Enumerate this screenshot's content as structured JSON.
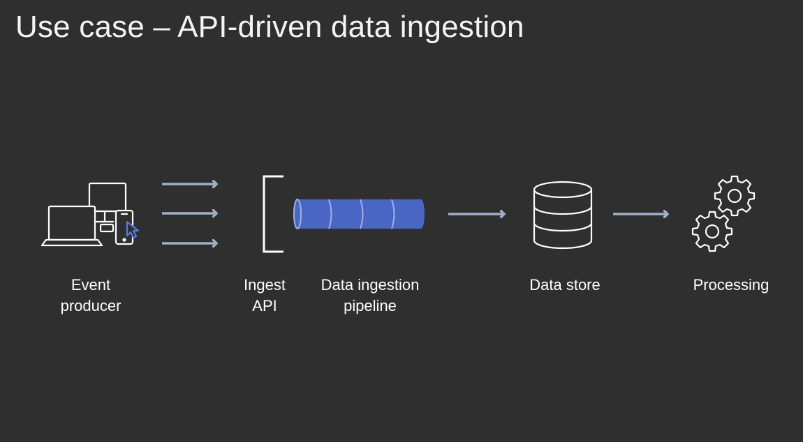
{
  "slide": {
    "title": "Use case – API-driven data ingestion"
  },
  "colors": {
    "background": "#2f2f2f",
    "icon_stroke": "#ffffff",
    "arrow": "#9fb0c8",
    "pipeline_fill": "#4a66c4",
    "pipeline_edge": "#9fb2e6",
    "cursor": "#5b7be0"
  },
  "nodes": [
    {
      "id": "event-producer",
      "icon": "devices-icon",
      "label_line1": "Event",
      "label_line2": "producer"
    },
    {
      "id": "ingest-api",
      "icon": "bracket-icon",
      "label_line1": "Ingest",
      "label_line2": "API"
    },
    {
      "id": "pipeline",
      "icon": "stream-pipeline-icon",
      "label_line1": "Data ingestion",
      "label_line2": "pipeline",
      "segments": 4
    },
    {
      "id": "data-store",
      "icon": "database-icon",
      "label_line1": "Data store",
      "label_line2": ""
    },
    {
      "id": "processing",
      "icon": "gears-icon",
      "label_line1": "Processing",
      "label_line2": ""
    }
  ],
  "connectors": [
    {
      "from": "event-producer",
      "to": "ingest-api",
      "count": 3
    },
    {
      "from": "pipeline",
      "to": "data-store",
      "count": 1
    },
    {
      "from": "data-store",
      "to": "processing",
      "count": 1
    }
  ]
}
